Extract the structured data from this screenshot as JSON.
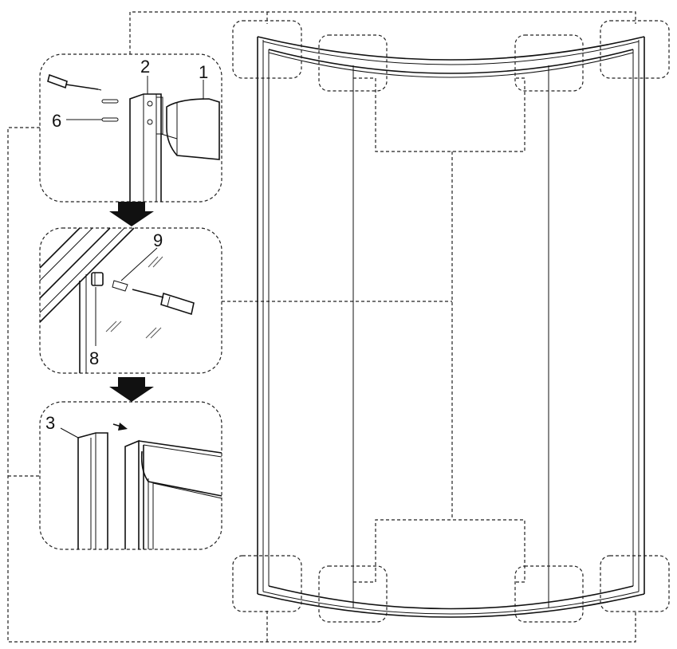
{
  "diagram": {
    "detail_top": {
      "labels": [
        {
          "key": "part-1",
          "text": "1"
        },
        {
          "key": "part-2",
          "text": "2"
        },
        {
          "key": "part-6",
          "text": "6"
        }
      ]
    },
    "detail_middle": {
      "labels": [
        {
          "key": "part-9",
          "text": "9"
        },
        {
          "key": "part-8",
          "text": "8"
        }
      ]
    },
    "detail_bottom": {
      "labels": [
        {
          "key": "part-3",
          "text": "3"
        }
      ]
    }
  }
}
